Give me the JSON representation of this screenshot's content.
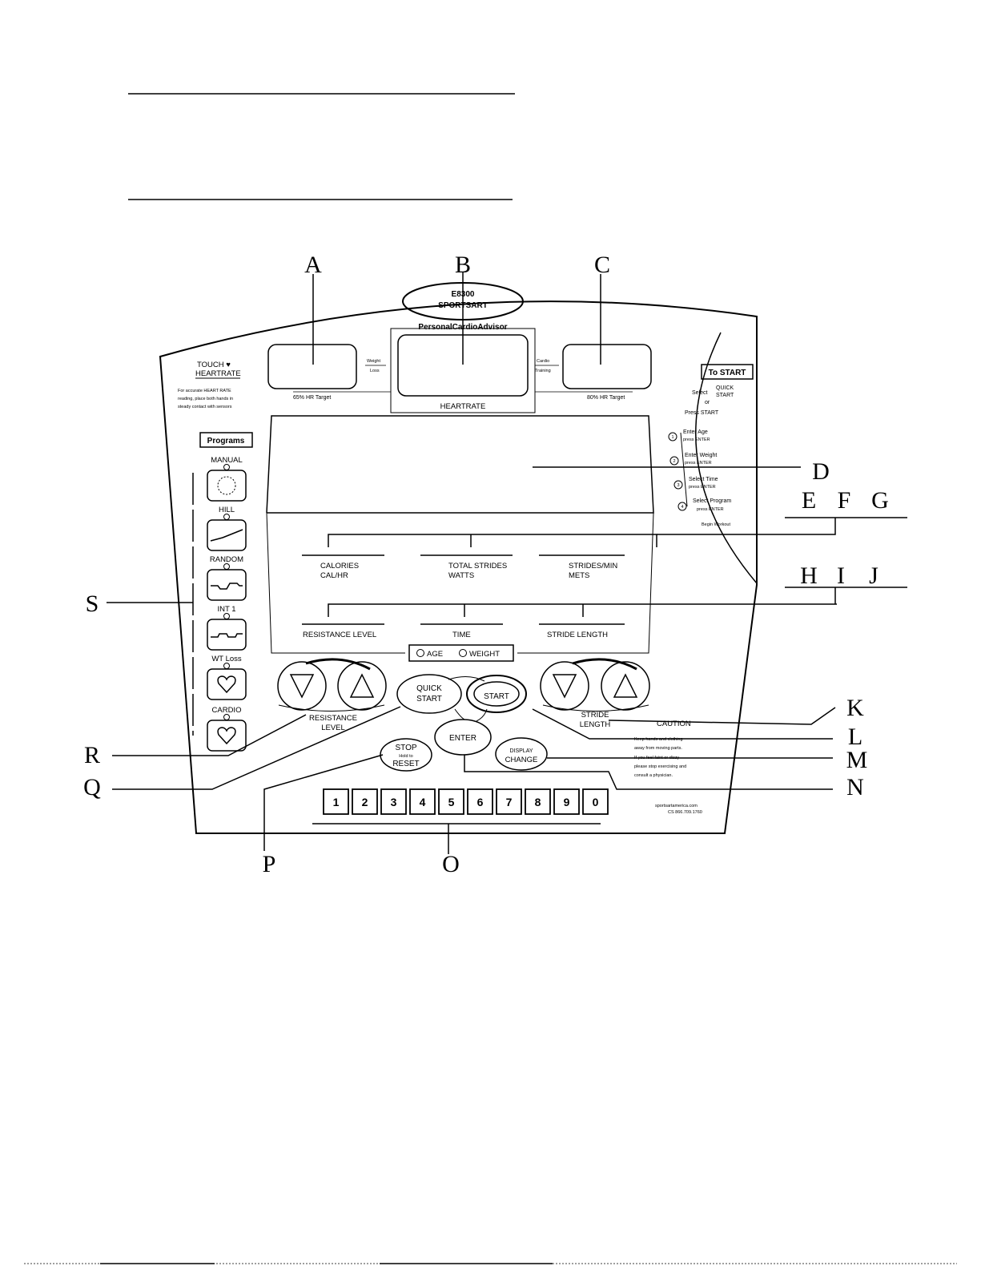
{
  "brand": {
    "logo_text": "SPORTSART",
    "model_text": "E8300",
    "subtitle": "PersonalCardioAdvisor"
  },
  "callouts": [
    "A",
    "B",
    "C",
    "D",
    "E",
    "F",
    "G",
    "H",
    "I",
    "J",
    "K",
    "L",
    "M",
    "N",
    "O",
    "P",
    "Q",
    "R",
    "S"
  ],
  "heart_rate": {
    "touch_title_1": "TOUCH ♥",
    "touch_title_2": "HEARTRATE",
    "touch_note": [
      "For accurate HEART RATE",
      "reading, place both hands in",
      "steady contact with sensors"
    ],
    "left_target": "65% HR Target",
    "right_target": "80% HR Target",
    "weight_loss_1": "Weight",
    "weight_loss_2": "Loss",
    "cardio_training_1": "Cardio",
    "cardio_training_2": "Training",
    "center_label": "HEARTRATE"
  },
  "display_labels": {
    "row1": [
      {
        "line1": "CALORIES",
        "line2": "CAL/HR"
      },
      {
        "line1": "TOTAL STRIDES",
        "line2": "WATTS"
      },
      {
        "line1": "STRIDES/MIN",
        "line2": "METS"
      }
    ],
    "row2": [
      "RESISTANCE LEVEL",
      "TIME",
      "STRIDE LENGTH"
    ],
    "age_weight": [
      "AGE",
      "WEIGHT"
    ]
  },
  "programs": {
    "title": "Programs",
    "items": [
      "MANUAL",
      "HILL",
      "RANDOM",
      "INT 1",
      "WT Loss",
      "CARDIO"
    ]
  },
  "to_start": {
    "title": "To START",
    "select": "Select",
    "quick_1": "QUICK",
    "quick_2": "START",
    "or": "or",
    "press_start": "Press START",
    "steps": [
      {
        "num": "1",
        "l1": "Enter Age",
        "l2": "press ENTER"
      },
      {
        "num": "2",
        "l1": "Enter Weight",
        "l2": "press ENTER"
      },
      {
        "num": "3",
        "l1": "Select Time",
        "l2": "press ENTER"
      },
      {
        "num": "4",
        "l1": "Select Program",
        "l2": "press ENTER"
      }
    ],
    "begin": "Begin Workout"
  },
  "buttons": {
    "resistance_1": "RESISTANCE",
    "resistance_2": "LEVEL",
    "stride_1": "STRIDE",
    "stride_2": "LENGTH",
    "quick_start_1": "QUICK",
    "quick_start_2": "START",
    "start": "START",
    "enter": "ENTER",
    "stop_1": "STOP",
    "stop_2": "Hold to",
    "stop_3": "RESET",
    "display_change_1": "DISPLAY",
    "display_change_2": "CHANGE"
  },
  "keypad": [
    "1",
    "2",
    "3",
    "4",
    "5",
    "6",
    "7",
    "8",
    "9",
    "0"
  ],
  "caution": {
    "title": "CAUTION",
    "lines": [
      "Keep hands and clothing",
      "away from moving parts.",
      "If you feel faint or dizzy",
      "please stop exercising and",
      "consult a physician."
    ]
  },
  "contact": {
    "line1": "sportsartamerica.com",
    "line2": "CS 866.709.1760"
  }
}
